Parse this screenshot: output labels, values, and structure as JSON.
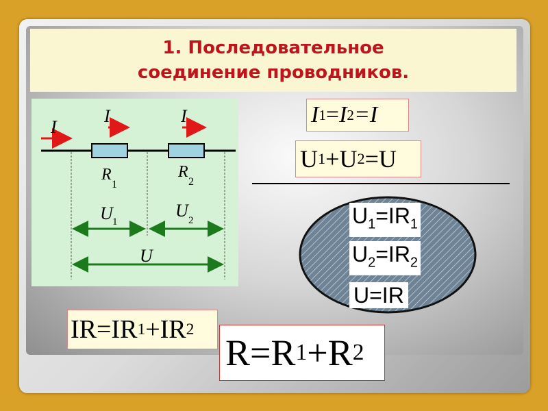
{
  "title": "1. Последовательное\nсоединение проводников.",
  "circuit": {
    "current_left": "I",
    "current_mid": "I",
    "current_right": "I",
    "r1": "R",
    "r1_sub": "1",
    "r2": "R",
    "r2_sub": "2",
    "u1": "U",
    "u1_sub": "1",
    "u2": "U",
    "u2_sub": "2",
    "u": "U"
  },
  "formulas": {
    "current_eq": {
      "a": "I",
      "a_sub": "1",
      "eq1": "=",
      "b": "I",
      "b_sub": "2",
      "eq2": "=I"
    },
    "voltage_sum": {
      "a": "U",
      "a_sub": "1",
      "plus": "+",
      "b": "U",
      "b_sub": "2",
      "eq": "=U"
    },
    "ohm1": {
      "a": "U",
      "a_sub": "1",
      "rhs": "=IR",
      "rhs_sub": "1"
    },
    "ohm2": {
      "a": "U",
      "a_sub": "2",
      "rhs": "=IR",
      "rhs_sub": "2"
    },
    "ohm_total": "U=IR",
    "ir_sum": {
      "a": "IR=IR",
      "a_sub": "1",
      "b": "+IR",
      "b_sub": "2"
    },
    "r_sum": {
      "a": "R=R",
      "a_sub": "1",
      "b": "+R",
      "b_sub": "2"
    }
  },
  "colors": {
    "title_text": "#c0141c",
    "arrow_current": "#e01818",
    "arrow_voltage": "#1c7a1c",
    "resistor_fill": "#9fd3e0"
  }
}
